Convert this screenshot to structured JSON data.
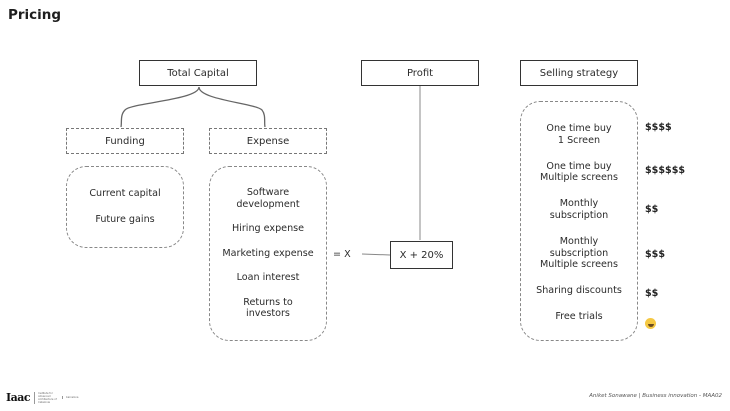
{
  "page": {
    "title": "Pricing"
  },
  "diagram": {
    "total_capital": {
      "label": "Total Capital"
    },
    "funding": {
      "label": "Funding",
      "items": [
        "Current capital",
        "Future gains"
      ]
    },
    "expense": {
      "label": "Expense",
      "items": [
        "Software\ndevelopment",
        "Hiring expense",
        "Marketing expense",
        "Loan interest",
        "Returns to\ninvestors"
      ],
      "equals_label": "= X"
    },
    "profit": {
      "label": "Profit",
      "formula": "X + 20%"
    },
    "selling_strategy": {
      "label": "Selling strategy",
      "items": [
        {
          "label": "One time buy\n1 Screen",
          "price": "$$$$"
        },
        {
          "label": "One time buy\nMultiple screens",
          "price": "$$$$$$"
        },
        {
          "label": "Monthly\nsubscription",
          "price": "$$"
        },
        {
          "label": "Monthly\nsubscription\nMultiple screens",
          "price": "$$$"
        },
        {
          "label": "Sharing discounts",
          "price": "$$"
        },
        {
          "label": "Free trials",
          "price_icon": "grinning-face-emoji"
        }
      ]
    }
  },
  "footer": {
    "logo_text": "Iaac",
    "logo_subtext": "Institute for Advanced Architecture of Catalonia",
    "logo_city": "barcelona",
    "credit": "Aniket Sonawane | Business innovation - MAA02"
  }
}
